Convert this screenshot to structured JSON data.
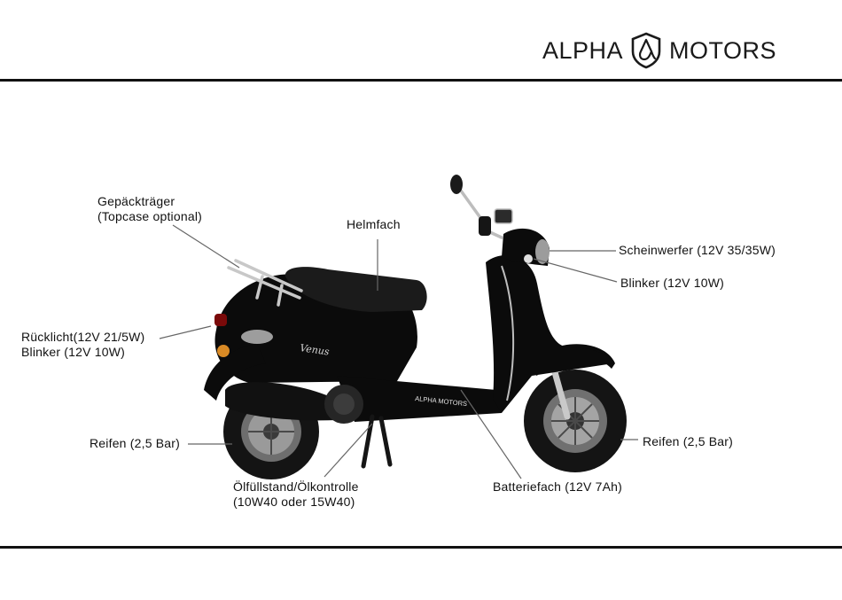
{
  "brand": {
    "left_word": "ALPHA",
    "right_word": "MOTORS",
    "logo_icon": "alpha-shield-logo-icon",
    "logo_letter": "α"
  },
  "scooter": {
    "side_text": "Venus",
    "floor_brand": "ALPHA MOTORS",
    "color": "#0b0b0b"
  },
  "labels": {
    "luggage_rack": [
      "Gepäckträger",
      "(Topcase optional)"
    ],
    "helmet": "Helmfach",
    "headlight": "Scheinwerfer (12V 35/35W)",
    "front_blinker": "Blinker (12V 10W)",
    "rear_light": [
      "Rücklicht(12V 21/5W)",
      "Blinker (12V 10W)"
    ],
    "rear_tire": "Reifen (2,5 Bar)",
    "front_tire": "Reifen (2,5 Bar)",
    "oil": [
      "Ölfüllstand/Ölkontrolle",
      "(10W40 oder 15W40)"
    ],
    "battery": "Batteriefach (12V 7Ah)"
  }
}
